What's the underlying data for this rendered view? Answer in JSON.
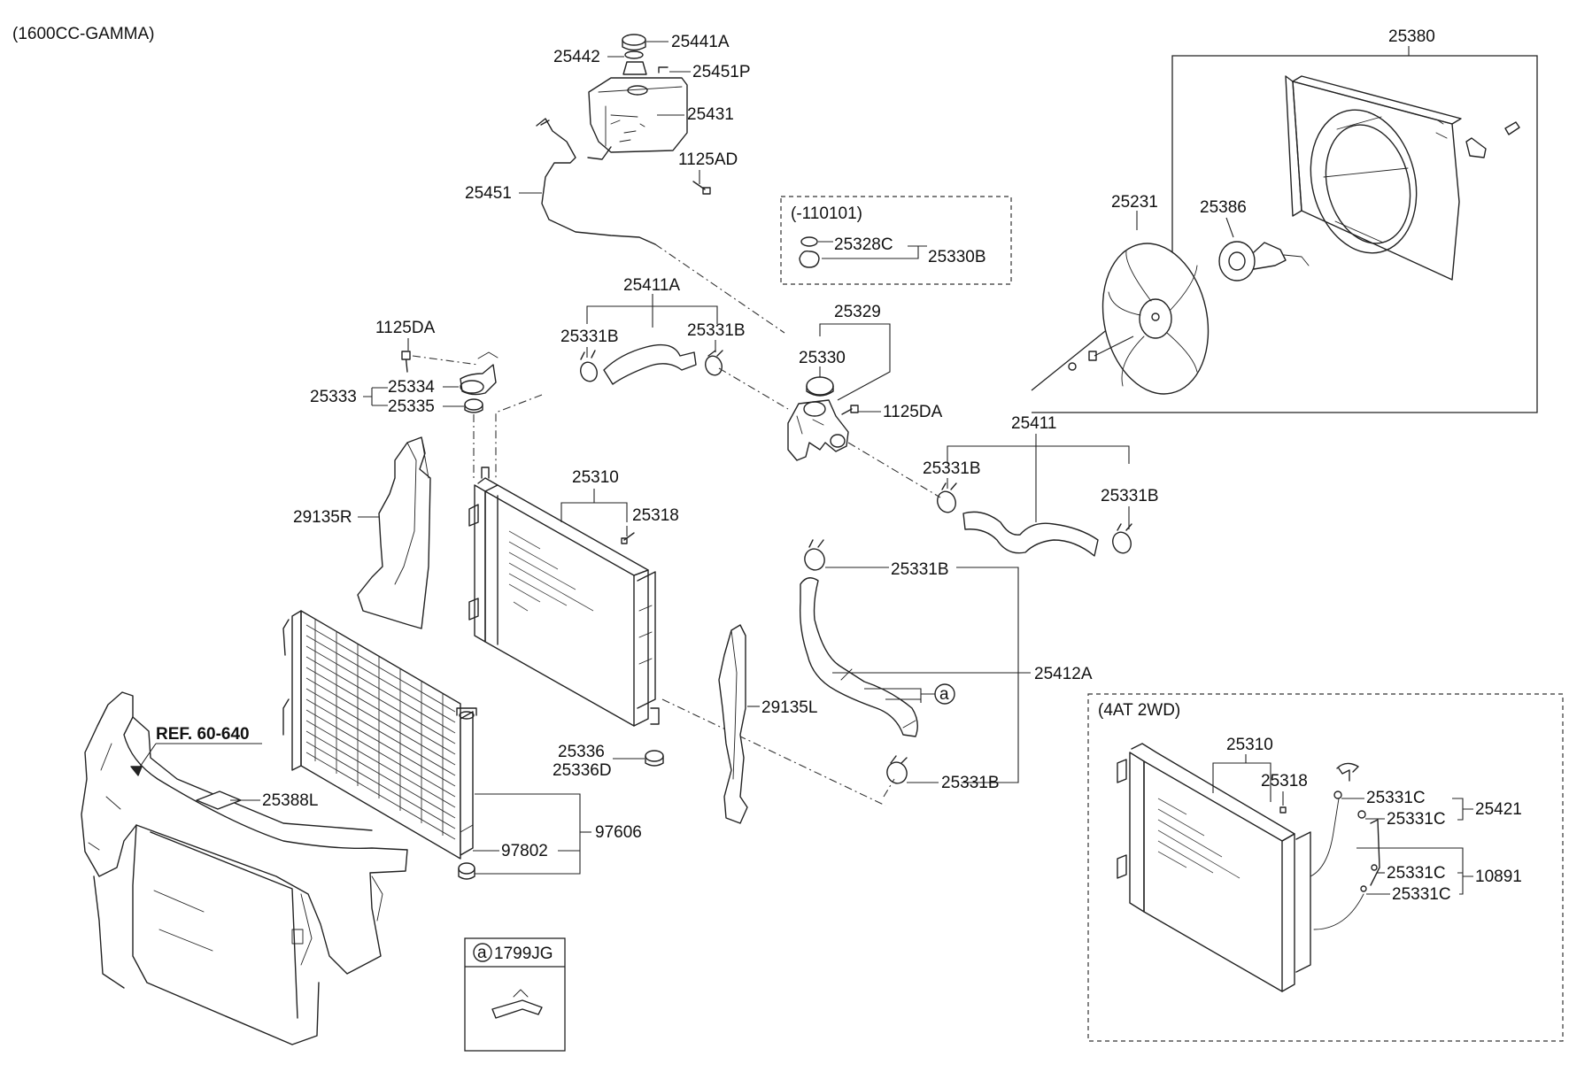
{
  "engine_note": "(1600CC-GAMMA)",
  "ref_label": "REF. 60-640",
  "box_date": "(-110101)",
  "box_4at": "(4AT 2WD)",
  "callout_symbol": "a",
  "clip_part": "1799JG",
  "labels": {
    "p25441A": "25441A",
    "p25442": "25442",
    "p25451P": "25451P",
    "p25431": "25431",
    "p1125AD": "1125AD",
    "p25451": "25451",
    "p25380": "25380",
    "p25231": "25231",
    "p25386": "25386",
    "p25328C": "25328C",
    "p25330B": "25330B",
    "p25411A": "25411A",
    "p25331B_a": "25331B",
    "p25331B_b": "25331B",
    "p25329": "25329",
    "p25330": "25330",
    "p1125DA_a": "1125DA",
    "p1125DA_b": "1125DA",
    "p25333": "25333",
    "p25334": "25334",
    "p25335": "25335",
    "p25411": "25411",
    "p25331B_c": "25331B",
    "p25331B_d": "25331B",
    "p25310": "25310",
    "p25318": "25318",
    "p29135R": "29135R",
    "p25331B_e": "25331B",
    "p25412A": "25412A",
    "p29135L": "29135L",
    "p25336": "25336",
    "p25336D": "25336D",
    "p25331B_f": "25331B",
    "p25388L": "25388L",
    "p97802": "97802",
    "p97606": "97606",
    "p25310_4at": "25310",
    "p25318_4at": "25318",
    "p25331C_a": "25331C",
    "p25331C_b": "25331C",
    "p25421": "25421",
    "p25331C_c": "25331C",
    "p25331C_d": "25331C",
    "p10891": "10891"
  }
}
